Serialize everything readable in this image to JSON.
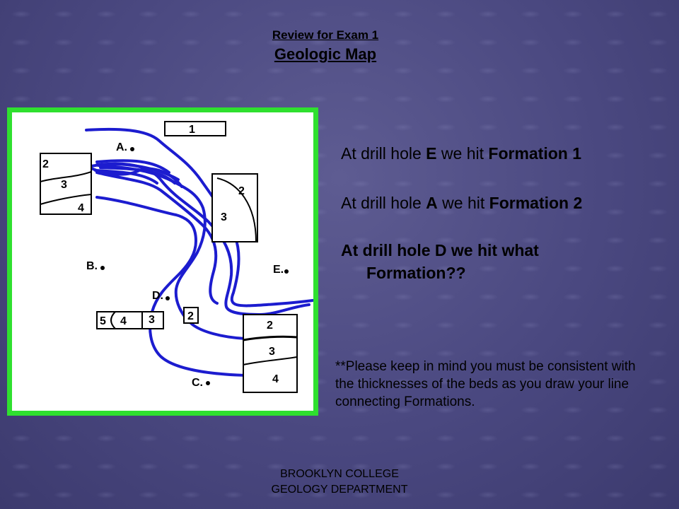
{
  "header": {
    "line1": "Review for Exam 1",
    "line2": "Geologic Map"
  },
  "map": {
    "frame_color": "#2fe02f",
    "contact_color": "#1c1ccf",
    "drill_holes": [
      "A.",
      "B.",
      "C.",
      "D.",
      "E."
    ],
    "column_top_center": [
      "1"
    ],
    "column_left_upper": [
      "2",
      "3",
      "4"
    ],
    "column_right_upper": [
      "2",
      "3"
    ],
    "column_left_lower": [
      "5",
      "4",
      "3"
    ],
    "column_small_box": [
      "2"
    ],
    "column_right_lower": [
      "2",
      "3",
      "4"
    ]
  },
  "statements": {
    "s1": {
      "pre": "At drill hole ",
      "hole": "E",
      "mid": " we hit ",
      "formation": "Formation 1"
    },
    "s2": {
      "pre": "At drill hole ",
      "hole": "A",
      "mid": " we hit ",
      "formation": "Formation 2"
    },
    "question_line1": "At drill hole D we hit what",
    "question_line2": "Formation??"
  },
  "note": "**Please keep in mind you must be consistent with the thicknesses of the beds as you draw your line connecting Formations.",
  "footer": {
    "line1": "BROOKLYN COLLEGE",
    "line2": "GEOLOGY DEPARTMENT"
  }
}
